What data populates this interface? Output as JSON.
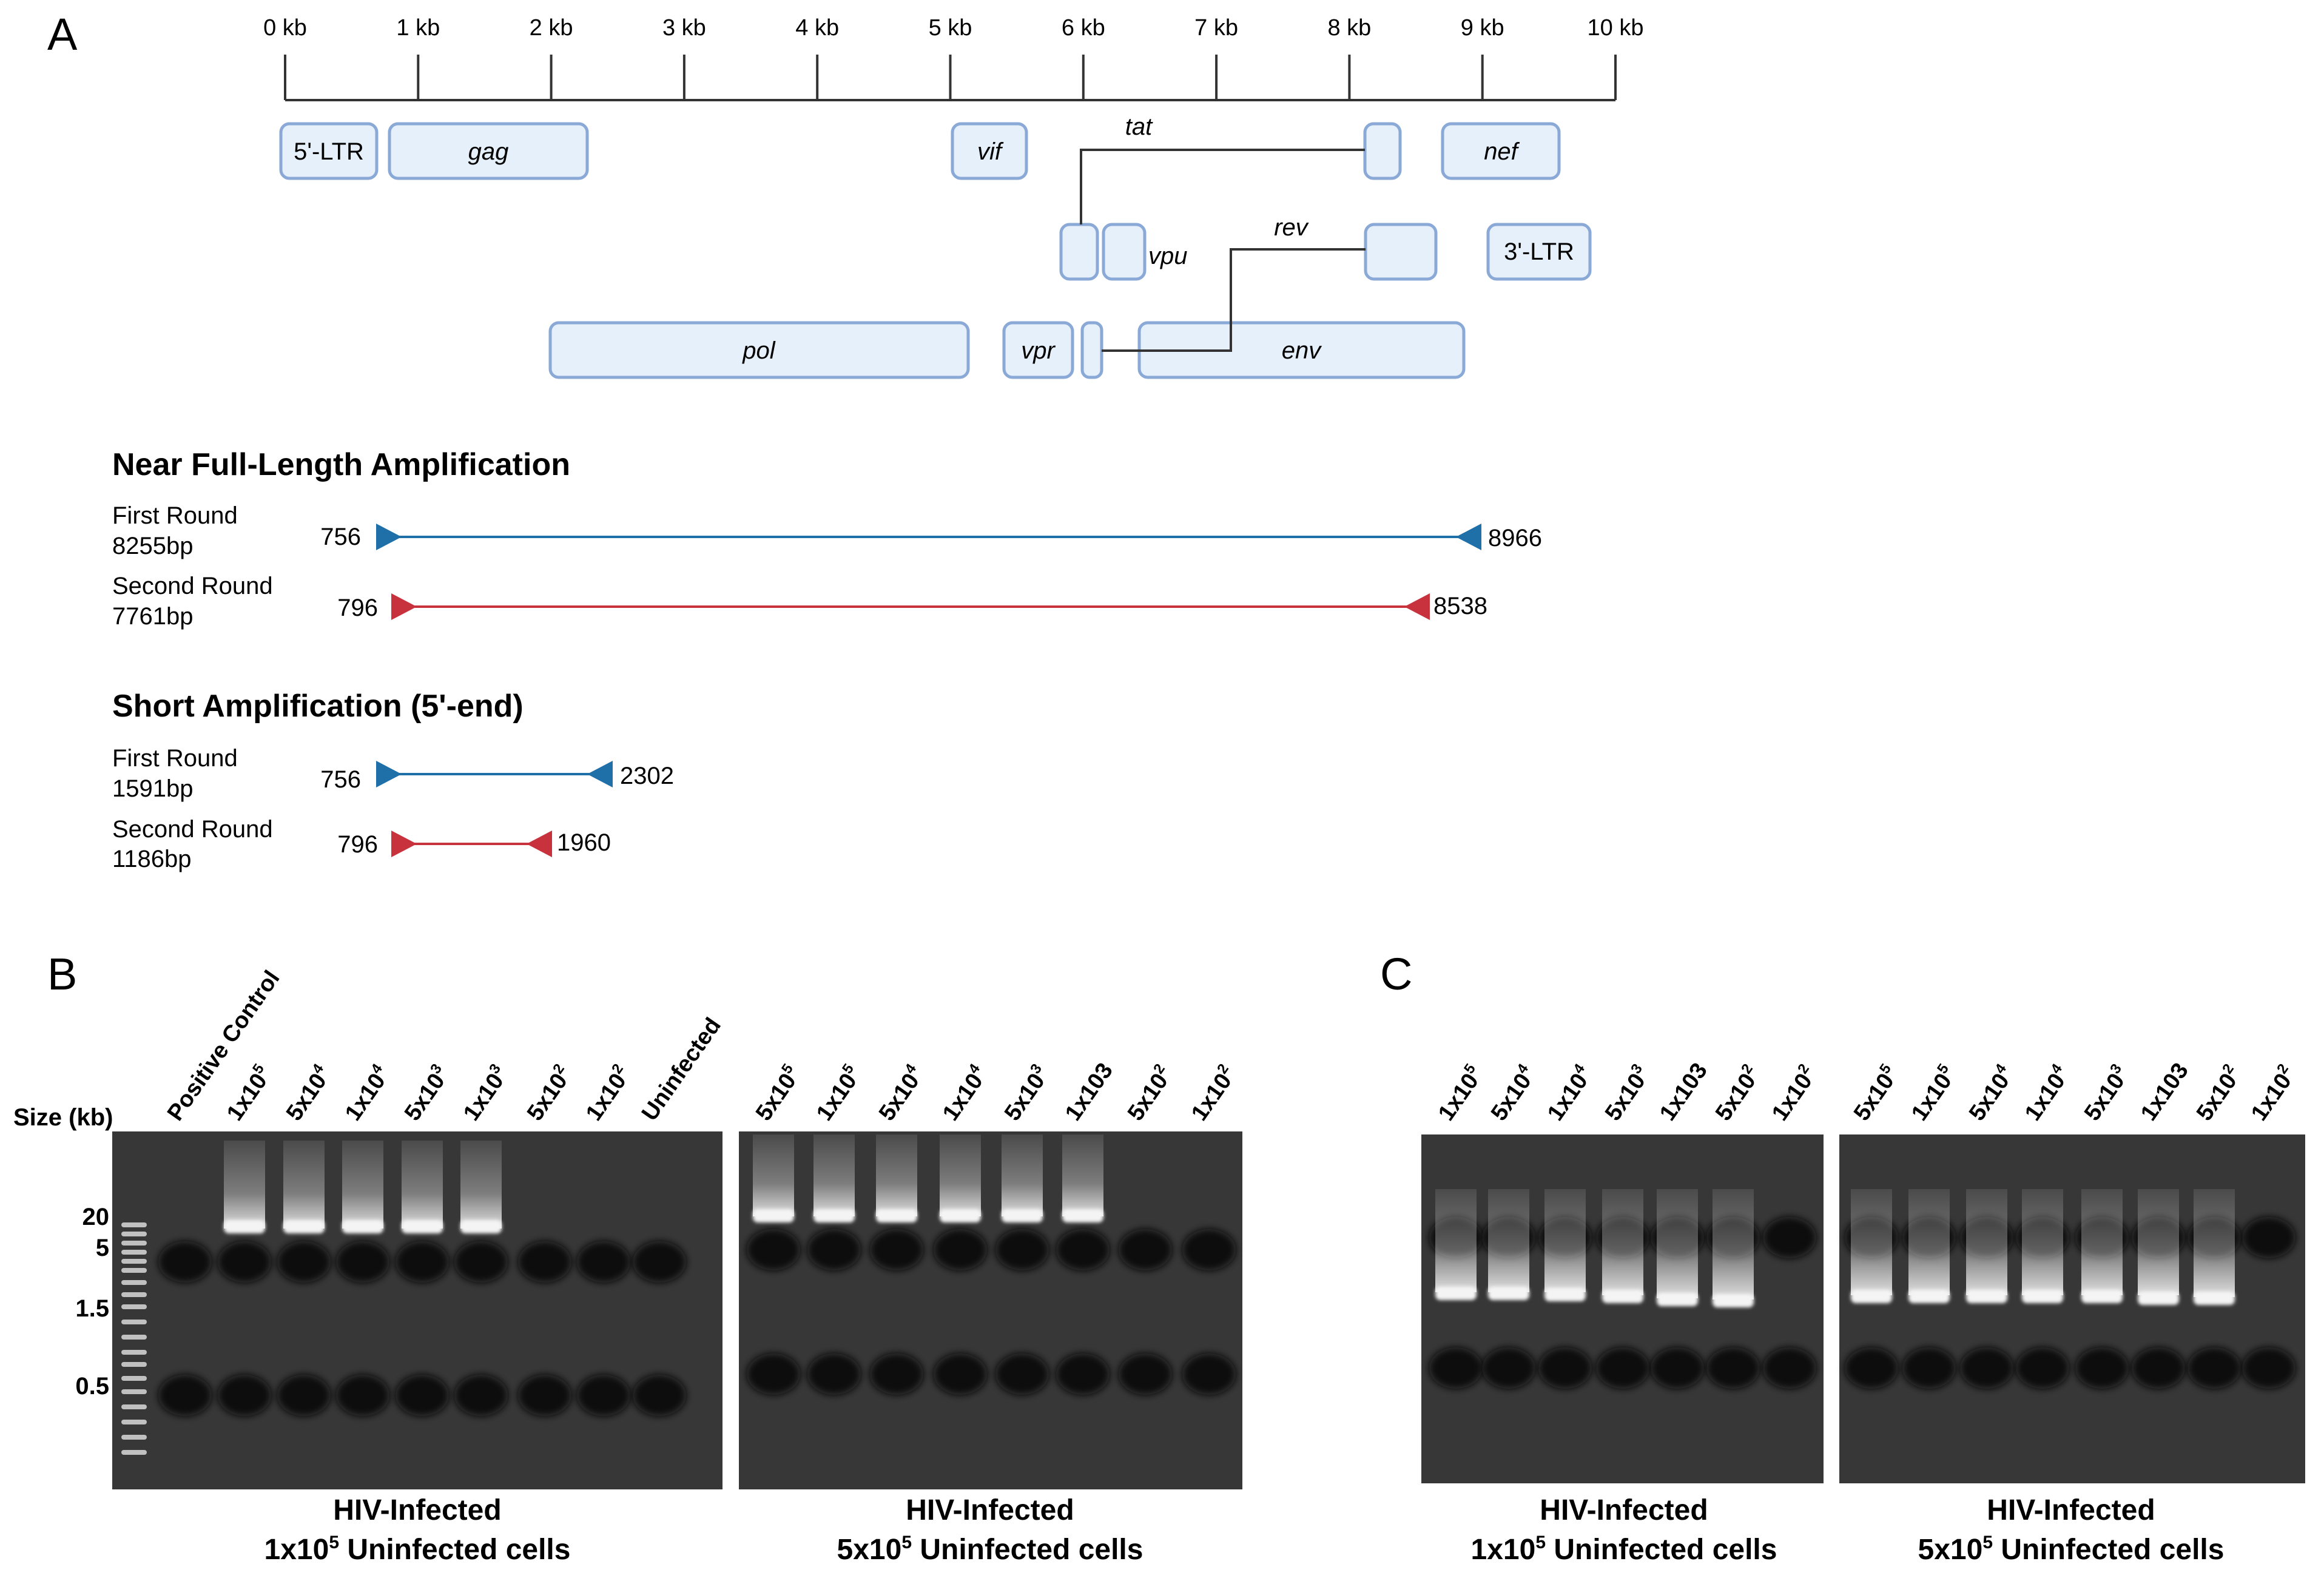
{
  "panel_labels": {
    "a": "A",
    "b": "B",
    "c": "C"
  },
  "genome_map": {
    "ticks": [
      "0 kb",
      "1 kb",
      "2 kb",
      "3 kb",
      "4 kb",
      "5 kb",
      "6 kb",
      "7 kb",
      "8 kb",
      "9 kb",
      "10 kb"
    ],
    "genes": {
      "ltr5": "5'-LTR",
      "gag": "gag",
      "vif": "vif",
      "nef": "nef",
      "tat": "tat",
      "vpu": "vpu",
      "rev": "rev",
      "ltr3": "3'-LTR",
      "pol": "pol",
      "vpr": "vpr",
      "env": "env"
    },
    "box_fill": "#e6f0fb",
    "box_stroke": "#8aa9d6"
  },
  "near_full_length": {
    "title": "Near Full-Length Amplification",
    "first_round": {
      "label": "First Round",
      "size": "8255bp",
      "start": "756",
      "end": "8966"
    },
    "second_round": {
      "label": "Second Round",
      "size": "7761bp",
      "start": "796",
      "end": "8538"
    }
  },
  "short_amplification": {
    "title": "Short Amplification (5'-end)",
    "first_round": {
      "label": "First Round",
      "size": "1591bp",
      "start": "756",
      "end": "2302"
    },
    "second_round": {
      "label": "Second Round",
      "size": "1186bp",
      "start": "796",
      "end": "1960"
    }
  },
  "colors": {
    "first_round": "#1f6fa8",
    "second_round": "#c8323c",
    "gel_bg": "#3c3c3c"
  },
  "gel_b": {
    "size_label": "Size (kb)",
    "ladder_marks": [
      "20",
      "5",
      "1.5",
      "0.5"
    ],
    "left": {
      "lanes": [
        {
          "base": "Positive Control"
        },
        {
          "base": "1x10",
          "exp": "5"
        },
        {
          "base": "5x10",
          "exp": "4"
        },
        {
          "base": "1x10",
          "exp": "4"
        },
        {
          "base": "5x10",
          "exp": "3"
        },
        {
          "base": "1x10",
          "exp": "3"
        },
        {
          "base": "5x10",
          "exp": "2"
        },
        {
          "base": "1x10",
          "exp": "2"
        },
        {
          "base": "Uninfected"
        }
      ],
      "caption_line1": "HIV-Infected",
      "caption_line2_prefix": "1x10",
      "caption_line2_exp": "5",
      "caption_line2_suffix": " Uninfected cells"
    },
    "right": {
      "lanes": [
        {
          "base": "5x10",
          "exp": "5"
        },
        {
          "base": "1x10",
          "exp": "5"
        },
        {
          "base": "5x10",
          "exp": "4"
        },
        {
          "base": "1x10",
          "exp": "4"
        },
        {
          "base": "5x10",
          "exp": "3"
        },
        {
          "base": "1x103"
        },
        {
          "base": "5x10",
          "exp": "2"
        },
        {
          "base": "1x10",
          "exp": "2"
        }
      ],
      "caption_line1": "HIV-Infected",
      "caption_line2_prefix": "5x10",
      "caption_line2_exp": "5",
      "caption_line2_suffix": " Uninfected cells"
    }
  },
  "gel_c": {
    "left": {
      "lanes": [
        {
          "base": "1x10",
          "exp": "5"
        },
        {
          "base": "5x10",
          "exp": "4"
        },
        {
          "base": "1x10",
          "exp": "4"
        },
        {
          "base": "5x10",
          "exp": "3"
        },
        {
          "base": "1x103"
        },
        {
          "base": "5x10",
          "exp": "2"
        },
        {
          "base": "1x10",
          "exp": "2"
        }
      ],
      "caption_line1": "HIV-Infected",
      "caption_line2_prefix": "1x10",
      "caption_line2_exp": "5",
      "caption_line2_suffix": " Uninfected cells"
    },
    "right": {
      "lanes": [
        {
          "base": "5x10",
          "exp": "5"
        },
        {
          "base": "1x10",
          "exp": "5"
        },
        {
          "base": "5x10",
          "exp": "4"
        },
        {
          "base": "1x10",
          "exp": "4"
        },
        {
          "base": "5x10",
          "exp": "3"
        },
        {
          "base": "1x103"
        },
        {
          "base": "5x10",
          "exp": "2"
        },
        {
          "base": "1x10",
          "exp": "2"
        }
      ],
      "caption_line1": "HIV-Infected",
      "caption_line2_prefix": "5x10",
      "caption_line2_exp": "5",
      "caption_line2_suffix": " Uninfected cells"
    }
  }
}
